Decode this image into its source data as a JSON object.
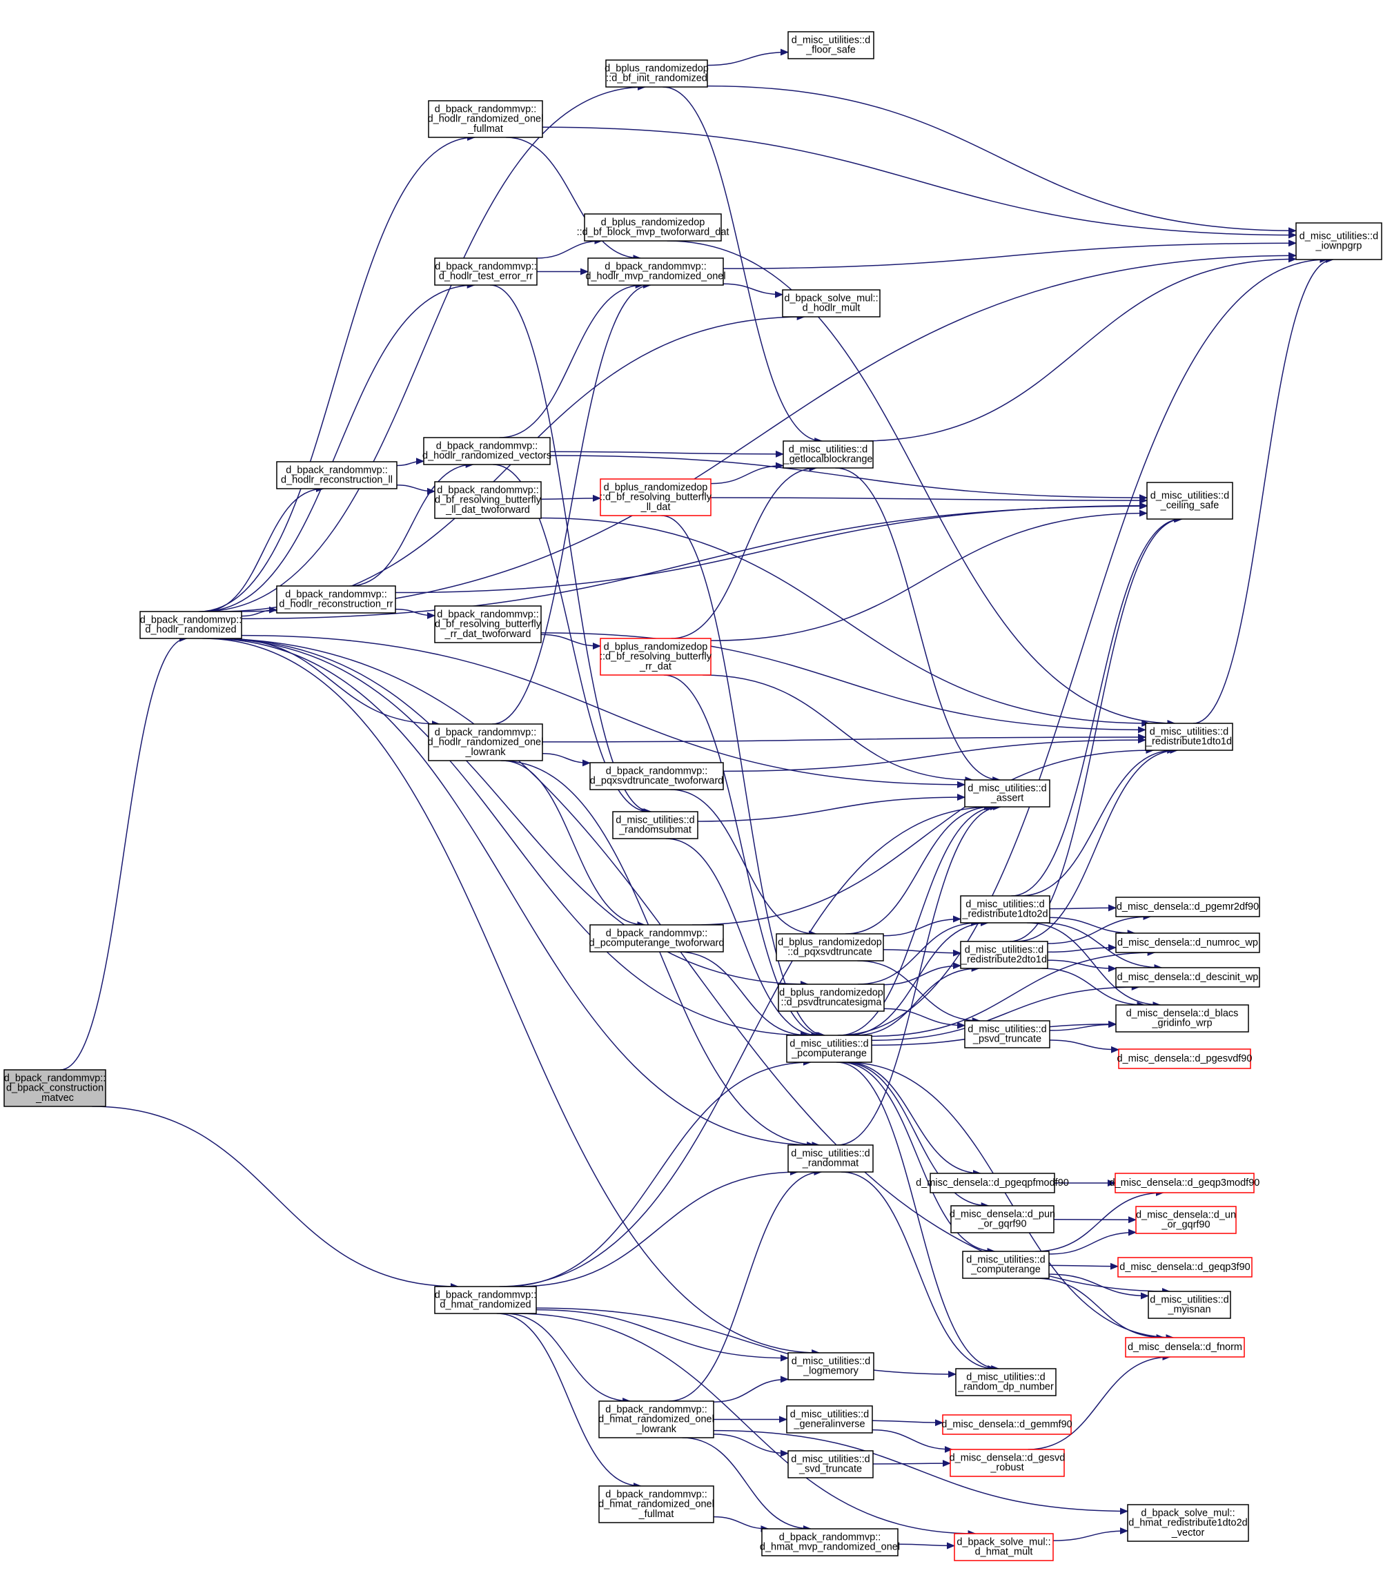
{
  "graph": {
    "nodes": [
      {
        "id": "root",
        "lines": [
          "d_bpack_randommvp::",
          "d_bpack_construction",
          "_matvec"
        ],
        "root": true
      },
      {
        "id": "hodlr_randomized",
        "lines": [
          "d_bpack_randommvp::",
          "d_hodlr_randomized"
        ]
      },
      {
        "id": "hmat_randomized",
        "lines": [
          "d_bpack_randommvp::",
          "d_hmat_randomized"
        ]
      },
      {
        "id": "bf_init_randomized",
        "lines": [
          "d_bplus_randomizedop",
          "::d_bf_init_randomized"
        ]
      },
      {
        "id": "floor_safe",
        "lines": [
          "d_misc_utilities::d",
          "_floor_safe"
        ]
      },
      {
        "id": "hodlr_onel_fullmat",
        "lines": [
          "d_bpack_randommvp::",
          "d_hodlr_randomized_onel",
          "_fullmat"
        ]
      },
      {
        "id": "iownpgrp",
        "lines": [
          "d_misc_utilities::d",
          "_iownpgrp"
        ]
      },
      {
        "id": "bf_block_mvp",
        "lines": [
          "d_bplus_randomizedop",
          "::d_bf_block_mvp_twoforward_dat"
        ]
      },
      {
        "id": "hodlr_test_error_rr",
        "lines": [
          "d_bpack_randommvp::",
          "d_hodlr_test_error_rr"
        ]
      },
      {
        "id": "hodlr_mvp_onel",
        "lines": [
          "d_bpack_randommvp::",
          "d_hodlr_mvp_randomized_onel"
        ]
      },
      {
        "id": "hodlr_mult",
        "lines": [
          "d_bpack_solve_mul::",
          "d_hodlr_mult"
        ]
      },
      {
        "id": "hodlr_randomized_vectors",
        "lines": [
          "d_bpack_randommvp::",
          "d_hodlr_randomized_vectors"
        ]
      },
      {
        "id": "getlocalblockrange",
        "lines": [
          "d_misc_utilities::d",
          "_getlocalblockrange"
        ]
      },
      {
        "id": "hodlr_reconstruction_ll",
        "lines": [
          "d_bpack_randommvp::",
          "d_hodlr_reconstruction_ll"
        ]
      },
      {
        "id": "bf_resolving_ll_two",
        "lines": [
          "d_bpack_randommvp::",
          "d_bf_resolving_butterfly",
          "_ll_dat_twoforward"
        ]
      },
      {
        "id": "bplus_resolving_ll",
        "lines": [
          "d_bplus_randomizedop",
          "::d_bf_resolving_butterfly",
          "_ll_dat"
        ],
        "truncated": true
      },
      {
        "id": "ceiling_safe",
        "lines": [
          "d_misc_utilities::d",
          "_ceiling_safe"
        ]
      },
      {
        "id": "hodlr_reconstruction_rr",
        "lines": [
          "d_bpack_randommvp::",
          "d_hodlr_reconstruction_rr"
        ]
      },
      {
        "id": "bf_resolving_rr_two",
        "lines": [
          "d_bpack_randommvp::",
          "d_bf_resolving_butterfly",
          "_rr_dat_twoforward"
        ]
      },
      {
        "id": "bplus_resolving_rr",
        "lines": [
          "d_bplus_randomizedop",
          "::d_bf_resolving_butterfly",
          "_rr_dat"
        ],
        "truncated": true
      },
      {
        "id": "hodlr_onel_lowrank",
        "lines": [
          "d_bpack_randommvp::",
          "d_hodlr_randomized_onel",
          "_lowrank"
        ]
      },
      {
        "id": "redistribute1dto1d",
        "lines": [
          "d_misc_utilities::d",
          "_redistribute1dto1d"
        ]
      },
      {
        "id": "pqxsvd_twoforward",
        "lines": [
          "d_bpack_randommvp::",
          "d_pqxsvdtruncate_twoforward"
        ]
      },
      {
        "id": "assert",
        "lines": [
          "d_misc_utilities::d",
          "_assert"
        ]
      },
      {
        "id": "randomsubmat",
        "lines": [
          "d_misc_utilities::d",
          "_randomsubmat"
        ]
      },
      {
        "id": "redistribute1dto2d",
        "lines": [
          "d_misc_utilities::d",
          "_redistribute1dto2d"
        ]
      },
      {
        "id": "pgemr2df90",
        "lines": [
          "d_misc_densela::d_pgemr2df90"
        ]
      },
      {
        "id": "pcomputerange_two",
        "lines": [
          "d_bpack_randommvp::",
          "d_pcomputerange_twoforward"
        ]
      },
      {
        "id": "pqxsvdtruncate",
        "lines": [
          "d_bplus_randomizedop",
          "::d_pqxsvdtruncate"
        ]
      },
      {
        "id": "redistribute2dto1d",
        "lines": [
          "d_misc_utilities::d",
          "_redistribute2dto1d"
        ]
      },
      {
        "id": "numroc_wp",
        "lines": [
          "d_misc_densela::d_numroc_wp"
        ]
      },
      {
        "id": "descinit_wp",
        "lines": [
          "d_misc_densela::d_descinit_wp"
        ]
      },
      {
        "id": "psvdtruncatesigma",
        "lines": [
          "d_bplus_randomizedop",
          "::d_psvdtruncatesigma"
        ]
      },
      {
        "id": "blacs_gridinfo",
        "lines": [
          "d_misc_densela::d_blacs",
          "_gridinfo_wrp"
        ]
      },
      {
        "id": "psvd_truncate",
        "lines": [
          "d_misc_utilities::d",
          "_psvd_truncate"
        ]
      },
      {
        "id": "pcomputerange",
        "lines": [
          "d_misc_utilities::d",
          "_pcomputerange"
        ]
      },
      {
        "id": "pgesvdf90",
        "lines": [
          "d_misc_densela::d_pgesvdf90"
        ],
        "truncated": true
      },
      {
        "id": "randommat",
        "lines": [
          "d_misc_utilities::d",
          "_randommat"
        ]
      },
      {
        "id": "pgeqpfmodf90",
        "lines": [
          "d_misc_densela::d_pgeqpfmodf90"
        ]
      },
      {
        "id": "geqp3modf90",
        "lines": [
          "d_misc_densela::d_geqp3modf90"
        ],
        "truncated": true
      },
      {
        "id": "pun_or_gqrf90",
        "lines": [
          "d_misc_densela::d_pun",
          "_or_gqrf90"
        ]
      },
      {
        "id": "un_or_gqrf90",
        "lines": [
          "d_misc_densela::d_un",
          "_or_gqrf90"
        ],
        "truncated": true
      },
      {
        "id": "computerange",
        "lines": [
          "d_misc_utilities::d",
          "_computerange"
        ]
      },
      {
        "id": "geqp3f90",
        "lines": [
          "d_misc_densela::d_geqp3f90"
        ],
        "truncated": true
      },
      {
        "id": "myisnan",
        "lines": [
          "d_misc_utilities::d",
          "_myisnan"
        ]
      },
      {
        "id": "fnorm",
        "lines": [
          "d_misc_densela::d_fnorm"
        ],
        "truncated": true
      },
      {
        "id": "logmemory",
        "lines": [
          "d_misc_utilities::d",
          "_logmemory"
        ]
      },
      {
        "id": "random_dp_number",
        "lines": [
          "d_misc_utilities::d",
          "_random_dp_number"
        ]
      },
      {
        "id": "hmat_onel_lowrank",
        "lines": [
          "d_bpack_randommvp::",
          "d_hmat_randomized_onel",
          "_lowrank"
        ]
      },
      {
        "id": "generalinverse",
        "lines": [
          "d_misc_utilities::d",
          "_generalinverse"
        ]
      },
      {
        "id": "gemmf90",
        "lines": [
          "d_misc_densela::d_gemmf90"
        ],
        "truncated": true
      },
      {
        "id": "svd_truncate",
        "lines": [
          "d_misc_utilities::d",
          "_svd_truncate"
        ]
      },
      {
        "id": "gesvd_robust",
        "lines": [
          "d_misc_densela::d_gesvd",
          "_robust"
        ],
        "truncated": true
      },
      {
        "id": "hmat_onel_fullmat",
        "lines": [
          "d_bpack_randommvp::",
          "d_hmat_randomized_onel",
          "_fullmat"
        ]
      },
      {
        "id": "hmat_redistribute",
        "lines": [
          "d_bpack_solve_mul::",
          "d_hmat_redistribute1dto2d",
          "_vector"
        ]
      },
      {
        "id": "hmat_mvp_onel",
        "lines": [
          "d_bpack_randommvp::",
          "d_hmat_mvp_randomized_onel"
        ]
      },
      {
        "id": "hmat_mult",
        "lines": [
          "d_bpack_solve_mul::",
          "d_hmat_mult"
        ],
        "truncated": true
      }
    ],
    "edges": [
      [
        "root",
        "hodlr_randomized"
      ],
      [
        "root",
        "hmat_randomized"
      ],
      [
        "hodlr_randomized",
        "bf_init_randomized"
      ],
      [
        "hodlr_randomized",
        "hodlr_onel_fullmat"
      ],
      [
        "hodlr_randomized",
        "iownpgrp"
      ],
      [
        "hodlr_randomized",
        "hodlr_test_error_rr"
      ],
      [
        "hodlr_randomized",
        "hodlr_mult"
      ],
      [
        "hodlr_randomized",
        "hodlr_reconstruction_ll"
      ],
      [
        "hodlr_randomized",
        "hodlr_reconstruction_rr"
      ],
      [
        "hodlr_randomized",
        "hodlr_onel_lowrank"
      ],
      [
        "hodlr_randomized",
        "assert"
      ],
      [
        "hodlr_randomized",
        "psvdtruncatesigma"
      ],
      [
        "hodlr_randomized",
        "pcomputerange"
      ],
      [
        "hodlr_randomized",
        "randommat"
      ],
      [
        "hodlr_randomized",
        "logmemory"
      ],
      [
        "hodlr_randomized",
        "myisnan"
      ],
      [
        "hodlr_randomized",
        "ceiling_safe"
      ],
      [
        "bf_init_randomized",
        "floor_safe"
      ],
      [
        "bf_init_randomized",
        "iownpgrp"
      ],
      [
        "bf_init_randomized",
        "getlocalblockrange"
      ],
      [
        "hodlr_onel_fullmat",
        "iownpgrp"
      ],
      [
        "hodlr_onel_fullmat",
        "hodlr_mvp_onel"
      ],
      [
        "hodlr_test_error_rr",
        "bf_block_mvp"
      ],
      [
        "hodlr_test_error_rr",
        "hodlr_mvp_onel"
      ],
      [
        "hodlr_test_error_rr",
        "randomsubmat"
      ],
      [
        "bf_block_mvp",
        "redistribute1dto1d"
      ],
      [
        "hodlr_mvp_onel",
        "iownpgrp"
      ],
      [
        "hodlr_mvp_onel",
        "hodlr_mult"
      ],
      [
        "hodlr_reconstruction_ll",
        "hodlr_randomized_vectors"
      ],
      [
        "hodlr_reconstruction_ll",
        "bf_resolving_ll_two"
      ],
      [
        "hodlr_randomized_vectors",
        "hodlr_mvp_onel"
      ],
      [
        "hodlr_randomized_vectors",
        "getlocalblockrange"
      ],
      [
        "hodlr_randomized_vectors",
        "ceiling_safe"
      ],
      [
        "hodlr_randomized_vectors",
        "randomsubmat"
      ],
      [
        "bf_resolving_ll_two",
        "bplus_resolving_ll"
      ],
      [
        "bf_resolving_ll_two",
        "redistribute1dto1d"
      ],
      [
        "bplus_resolving_ll",
        "getlocalblockrange"
      ],
      [
        "bplus_resolving_ll",
        "ceiling_safe"
      ],
      [
        "bplus_resolving_ll",
        "pcomputerange"
      ],
      [
        "hodlr_reconstruction_rr",
        "hodlr_randomized_vectors"
      ],
      [
        "hodlr_reconstruction_rr",
        "bf_resolving_rr_two"
      ],
      [
        "hodlr_reconstruction_rr",
        "ceiling_safe"
      ],
      [
        "bf_resolving_rr_two",
        "bplus_resolving_rr"
      ],
      [
        "bf_resolving_rr_two",
        "redistribute1dto1d"
      ],
      [
        "bplus_resolving_rr",
        "getlocalblockrange"
      ],
      [
        "bplus_resolving_rr",
        "ceiling_safe"
      ],
      [
        "bplus_resolving_rr",
        "assert"
      ],
      [
        "bplus_resolving_rr",
        "pcomputerange"
      ],
      [
        "hodlr_onel_lowrank",
        "hodlr_mvp_onel"
      ],
      [
        "hodlr_onel_lowrank",
        "redistribute1dto1d"
      ],
      [
        "hodlr_onel_lowrank",
        "pqxsvd_twoforward"
      ],
      [
        "hodlr_onel_lowrank",
        "pcomputerange_two"
      ],
      [
        "hodlr_onel_lowrank",
        "randommat"
      ],
      [
        "pqxsvd_twoforward",
        "redistribute1dto1d"
      ],
      [
        "pqxsvd_twoforward",
        "pqxsvdtruncate"
      ],
      [
        "randomsubmat",
        "assert"
      ],
      [
        "randomsubmat",
        "pcomputerange"
      ],
      [
        "getlocalblockrange",
        "assert"
      ],
      [
        "getlocalblockrange",
        "iownpgrp"
      ],
      [
        "redistribute1dto1d",
        "iownpgrp"
      ],
      [
        "redistribute1dto2d",
        "pgemr2df90"
      ],
      [
        "redistribute1dto2d",
        "numroc_wp"
      ],
      [
        "redistribute1dto2d",
        "descinit_wp"
      ],
      [
        "redistribute1dto2d",
        "blacs_gridinfo"
      ],
      [
        "redistribute1dto2d",
        "ceiling_safe"
      ],
      [
        "redistribute1dto2d",
        "redistribute1dto1d"
      ],
      [
        "redistribute2dto1d",
        "pgemr2df90"
      ],
      [
        "redistribute2dto1d",
        "numroc_wp"
      ],
      [
        "redistribute2dto1d",
        "descinit_wp"
      ],
      [
        "redistribute2dto1d",
        "blacs_gridinfo"
      ],
      [
        "redistribute2dto1d",
        "ceiling_safe"
      ],
      [
        "redistribute2dto1d",
        "redistribute1dto1d"
      ],
      [
        "pcomputerange_two",
        "redistribute1dto1d"
      ],
      [
        "pcomputerange_two",
        "pcomputerange"
      ],
      [
        "pqxsvdtruncate",
        "assert"
      ],
      [
        "pqxsvdtruncate",
        "redistribute1dto2d"
      ],
      [
        "pqxsvdtruncate",
        "redistribute2dto1d"
      ],
      [
        "pqxsvdtruncate",
        "psvd_truncate"
      ],
      [
        "psvdtruncatesigma",
        "redistribute1dto2d"
      ],
      [
        "psvdtruncatesigma",
        "redistribute2dto1d"
      ],
      [
        "psvdtruncatesigma",
        "psvd_truncate"
      ],
      [
        "psvd_truncate",
        "blacs_gridinfo"
      ],
      [
        "psvd_truncate",
        "pgesvdf90"
      ],
      [
        "pcomputerange",
        "assert"
      ],
      [
        "pcomputerange",
        "redistribute1dto2d"
      ],
      [
        "pcomputerange",
        "redistribute2dto1d"
      ],
      [
        "pcomputerange",
        "numroc_wp"
      ],
      [
        "pcomputerange",
        "descinit_wp"
      ],
      [
        "pcomputerange",
        "blacs_gridinfo"
      ],
      [
        "pcomputerange",
        "iownpgrp"
      ],
      [
        "pcomputerange",
        "pgeqpfmodf90"
      ],
      [
        "pcomputerange",
        "pun_or_gqrf90"
      ],
      [
        "pcomputerange",
        "computerange"
      ],
      [
        "pcomputerange",
        "fnorm"
      ],
      [
        "pcomputerange",
        "random_dp_number"
      ],
      [
        "randommat",
        "assert"
      ],
      [
        "randommat",
        "random_dp_number"
      ],
      [
        "pgeqpfmodf90",
        "geqp3modf90"
      ],
      [
        "pun_or_gqrf90",
        "un_or_gqrf90"
      ],
      [
        "computerange",
        "geqp3modf90"
      ],
      [
        "computerange",
        "un_or_gqrf90"
      ],
      [
        "computerange",
        "geqp3f90"
      ],
      [
        "computerange",
        "myisnan"
      ],
      [
        "computerange",
        "fnorm"
      ],
      [
        "hmat_randomized",
        "pcomputerange"
      ],
      [
        "hmat_randomized",
        "randommat"
      ],
      [
        "hmat_randomized",
        "logmemory"
      ],
      [
        "hmat_randomized",
        "random_dp_number"
      ],
      [
        "hmat_randomized",
        "hmat_onel_lowrank"
      ],
      [
        "hmat_randomized",
        "hmat_onel_fullmat"
      ],
      [
        "hmat_randomized",
        "hmat_mult"
      ],
      [
        "hmat_randomized",
        "assert"
      ],
      [
        "hmat_onel_lowrank",
        "logmemory"
      ],
      [
        "hmat_onel_lowrank",
        "generalinverse"
      ],
      [
        "hmat_onel_lowrank",
        "svd_truncate"
      ],
      [
        "hmat_onel_lowrank",
        "randommat"
      ],
      [
        "hmat_onel_lowrank",
        "hmat_redistribute"
      ],
      [
        "hmat_onel_lowrank",
        "hmat_mvp_onel"
      ],
      [
        "generalinverse",
        "gemmf90"
      ],
      [
        "generalinverse",
        "gesvd_robust"
      ],
      [
        "svd_truncate",
        "gesvd_robust"
      ],
      [
        "gesvd_robust",
        "fnorm"
      ],
      [
        "hmat_onel_fullmat",
        "hmat_mvp_onel"
      ],
      [
        "hmat_mvp_onel",
        "hmat_mult"
      ],
      [
        "hmat_mult",
        "hmat_redistribute"
      ]
    ]
  }
}
